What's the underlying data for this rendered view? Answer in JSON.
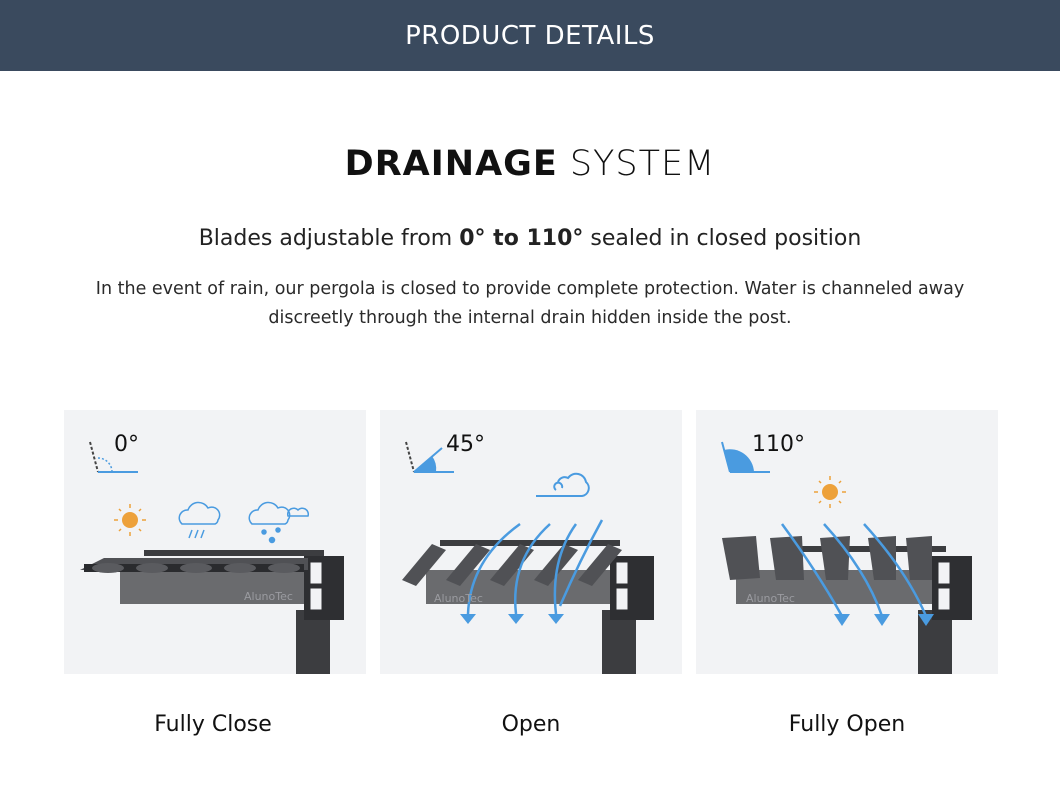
{
  "header": {
    "title": "PRODUCT DETAILS"
  },
  "section": {
    "title_bold": "DRAINAGE",
    "title_light": "SYSTEM",
    "subtitle_pre": "Blades adjustable from ",
    "subtitle_bold": "0° to 110°",
    "subtitle_post": " sealed in closed position",
    "description": "In the event of rain, our pergola is closed to provide complete protection. Water is channeled away discreetly through the internal drain hidden inside the post."
  },
  "panels": [
    {
      "angle": "0°",
      "caption": "Fully Close",
      "brand": "AlunoTec"
    },
    {
      "angle": "45°",
      "caption": "Open",
      "brand": "AlunoTec"
    },
    {
      "angle": "110°",
      "caption": "Fully Open",
      "brand": "AlunoTec"
    }
  ],
  "colors": {
    "banner": "#3a4a5e",
    "panel_bg": "#f2f3f5",
    "accent_blue": "#4a9be0",
    "sun": "#eda13a",
    "frame": "#3c3d40"
  }
}
